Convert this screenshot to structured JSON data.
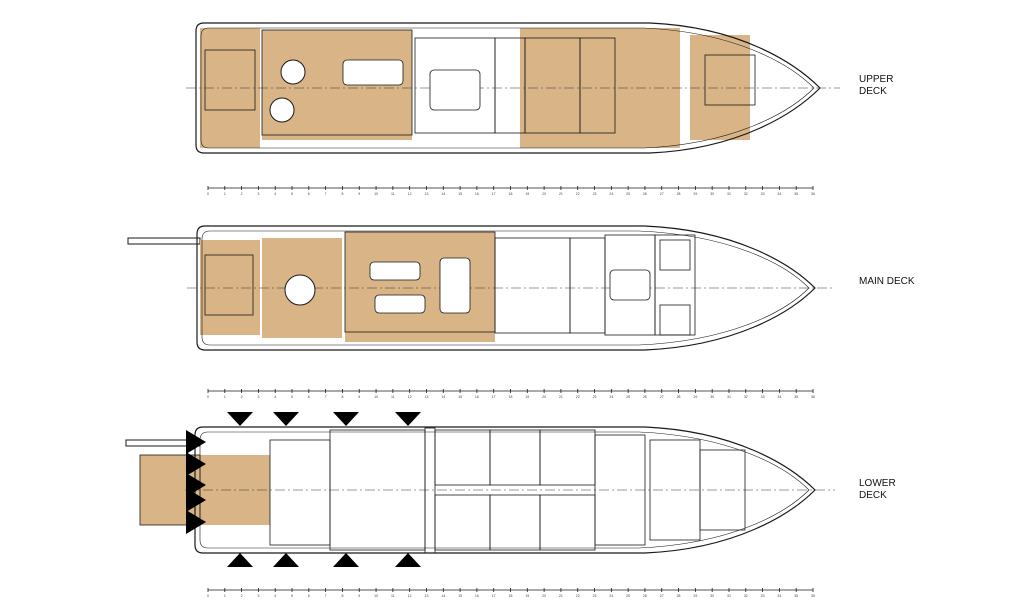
{
  "decks": [
    {
      "id": "upper",
      "label_line1": "UPPER",
      "label_line2": "DECK"
    },
    {
      "id": "main",
      "label_line1": "MAIN DECK",
      "label_line2": ""
    },
    {
      "id": "lower",
      "label_line1": "LOWER",
      "label_line2": "DECK"
    }
  ],
  "scale": {
    "min": 0,
    "max": 36,
    "step": 1
  },
  "colors": {
    "deck_wood": "#d8b486",
    "line": "#1a1a1a",
    "marker": "#000000"
  }
}
